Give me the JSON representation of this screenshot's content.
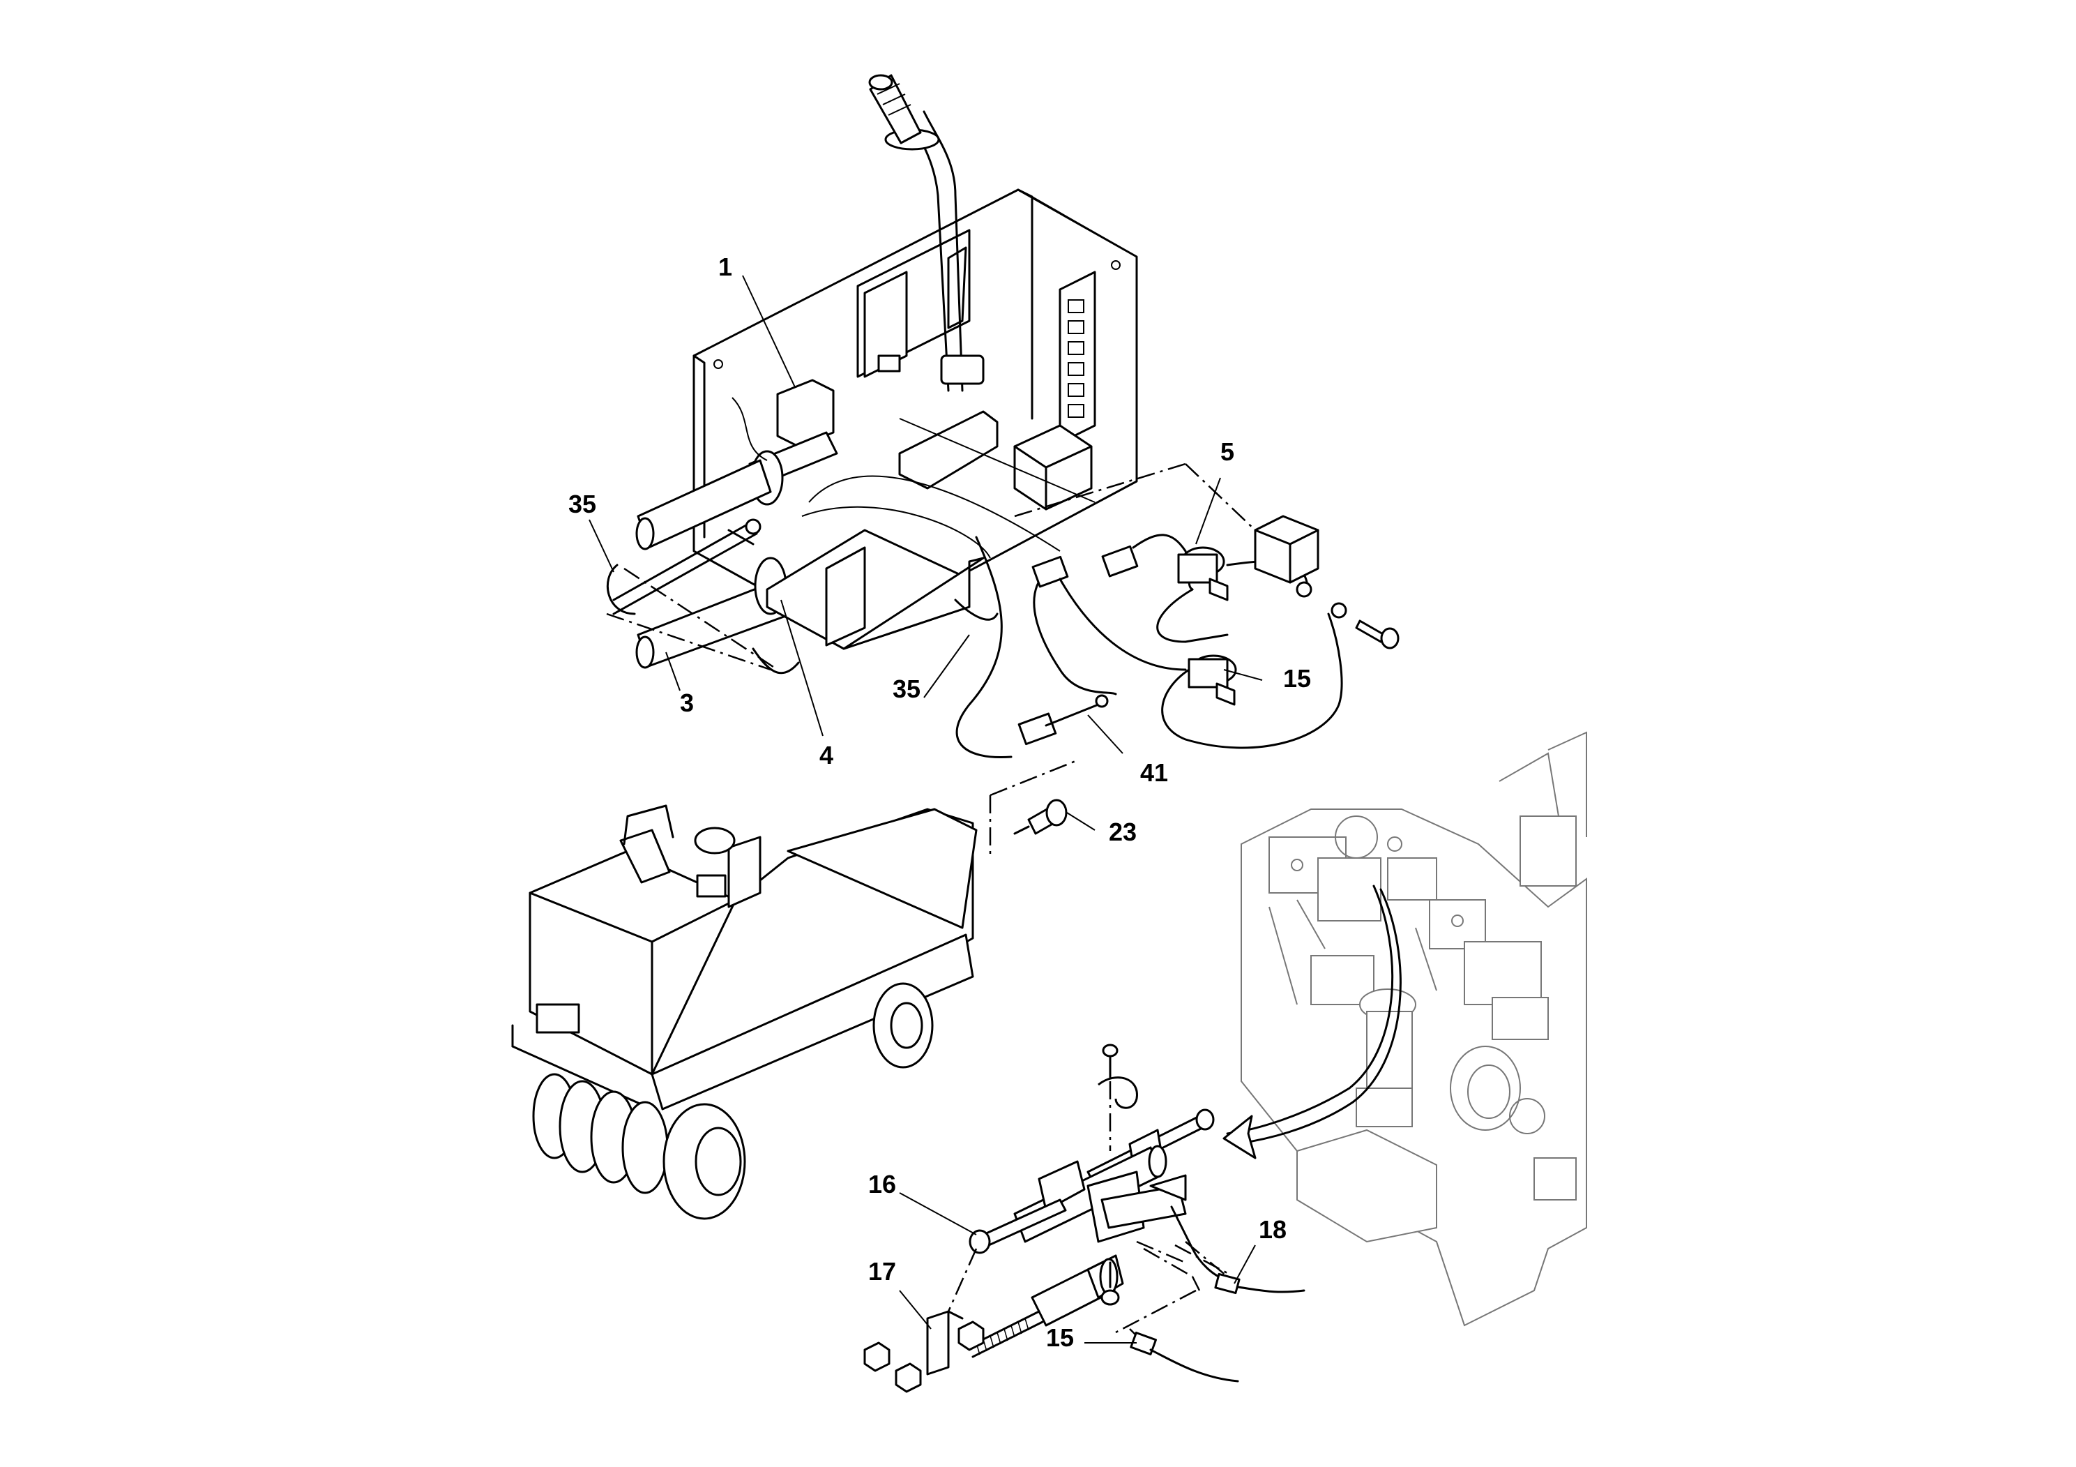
{
  "callouts": [
    {
      "id": "c1",
      "text": "1"
    },
    {
      "id": "c5",
      "text": "5"
    },
    {
      "id": "c35a",
      "text": "35"
    },
    {
      "id": "c35b",
      "text": "35"
    },
    {
      "id": "c3",
      "text": "3"
    },
    {
      "id": "c4",
      "text": "4"
    },
    {
      "id": "c15a",
      "text": "15"
    },
    {
      "id": "c41",
      "text": "41"
    },
    {
      "id": "c23",
      "text": "23"
    },
    {
      "id": "c16",
      "text": "16"
    },
    {
      "id": "c17",
      "text": "17"
    },
    {
      "id": "c18",
      "text": "18"
    },
    {
      "id": "c15b",
      "text": "15"
    }
  ]
}
